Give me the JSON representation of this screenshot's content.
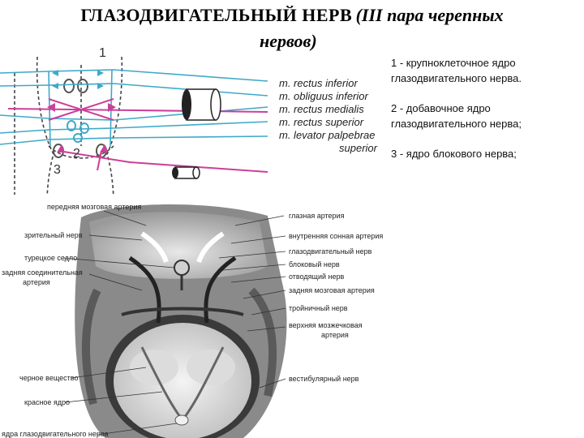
{
  "title": {
    "main": "ГЛАЗОДВИГАТЕЛЬНЫЙ НЕРВ",
    "sub_part1": "(III пара черепных",
    "sub_part2": "нервов)"
  },
  "legend": [
    "1 - крупноклеточное ядро глазодвигательного нерва.",
    "2 - добавочное ядро глазодвигательного нерва;",
    "3 - ядро блокового нерва;"
  ],
  "top_diagram": {
    "nucleus_labels": [
      "1",
      "2",
      "3"
    ],
    "muscles": [
      "m. rectus inferior",
      "m. obliguus inferior",
      "m. rectus medialis",
      "m. rectus superior",
      "m. levator palpebrae",
      "superior"
    ],
    "colors": {
      "nerve_cyan": "#3fa9c9",
      "nerve_magenta": "#cc3f99",
      "dash": "#444444"
    }
  },
  "anatomy_labels": {
    "left": [
      "передняя мозговая артерия",
      "зрительный нерв",
      "турецкое седло",
      "задняя соединительная",
      "артерия",
      "черное вещество",
      "красное ядро",
      "ядра глазодвигательного нерва"
    ],
    "right": [
      "глазная артерия",
      "внутренняя сонная артерия",
      "глазодвигательный нерв",
      "блоковый нерв",
      "отводящий нерв",
      "задняя мозговая артерия",
      "тройничный нерв",
      "верхняя мозжечковая",
      "артерия",
      "вестибулярный нерв"
    ]
  }
}
